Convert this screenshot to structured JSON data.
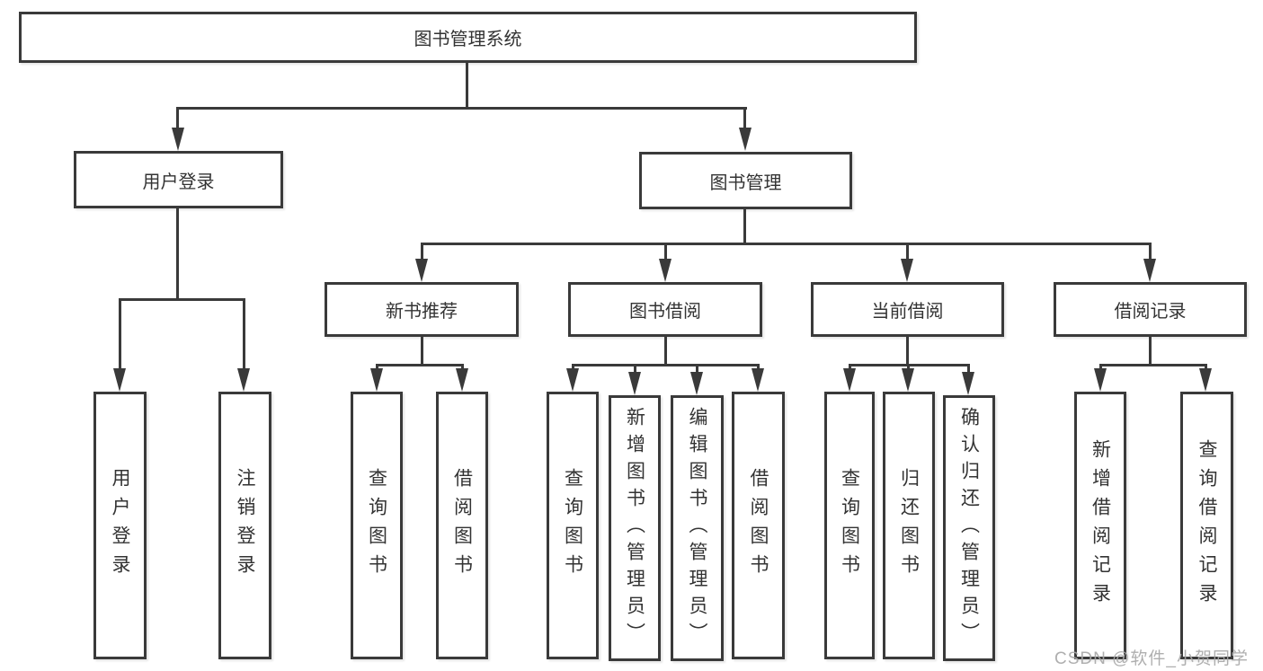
{
  "diagram_title": "图书管理系统",
  "tree": {
    "root": {
      "label": "图书管理系统"
    },
    "branches": [
      {
        "label": "用户登录",
        "children": [
          {
            "label": "用户登录"
          },
          {
            "label": "注销登录"
          }
        ]
      },
      {
        "label": "图书管理",
        "children": [
          {
            "label": "新书推荐",
            "children": [
              {
                "label": "查询图书"
              },
              {
                "label": "借阅图书"
              }
            ]
          },
          {
            "label": "图书借阅",
            "children": [
              {
                "label": "查询图书"
              },
              {
                "label": "新增图书（管理员）"
              },
              {
                "label": "编辑图书（管理员）"
              },
              {
                "label": "借阅图书"
              }
            ]
          },
          {
            "label": "当前借阅",
            "children": [
              {
                "label": "查询图书"
              },
              {
                "label": "归还图书"
              },
              {
                "label": "确认归还（管理员）"
              }
            ]
          },
          {
            "label": "借阅记录",
            "children": [
              {
                "label": "新增借阅记录"
              },
              {
                "label": "查询借阅记录"
              }
            ]
          }
        ]
      }
    ]
  },
  "watermark": {
    "text": "CSDN @软件_小贺同学"
  },
  "colors": {
    "line": "#3a3a3a",
    "box_border": "#3a3a3a",
    "text": "#333333",
    "background": "#ffffff",
    "watermark": "#a8a8a8"
  }
}
